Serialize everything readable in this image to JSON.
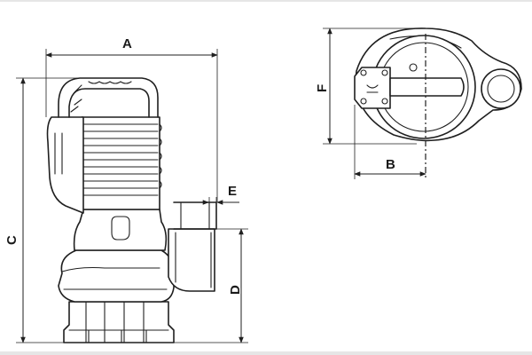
{
  "dimensions": {
    "A": "A",
    "B": "B",
    "C": "C",
    "D": "D",
    "E": "E",
    "F": "F"
  },
  "colors": {
    "line": "#1f1f1f",
    "background": "#ffffff",
    "frame": "#e6e6e6"
  }
}
